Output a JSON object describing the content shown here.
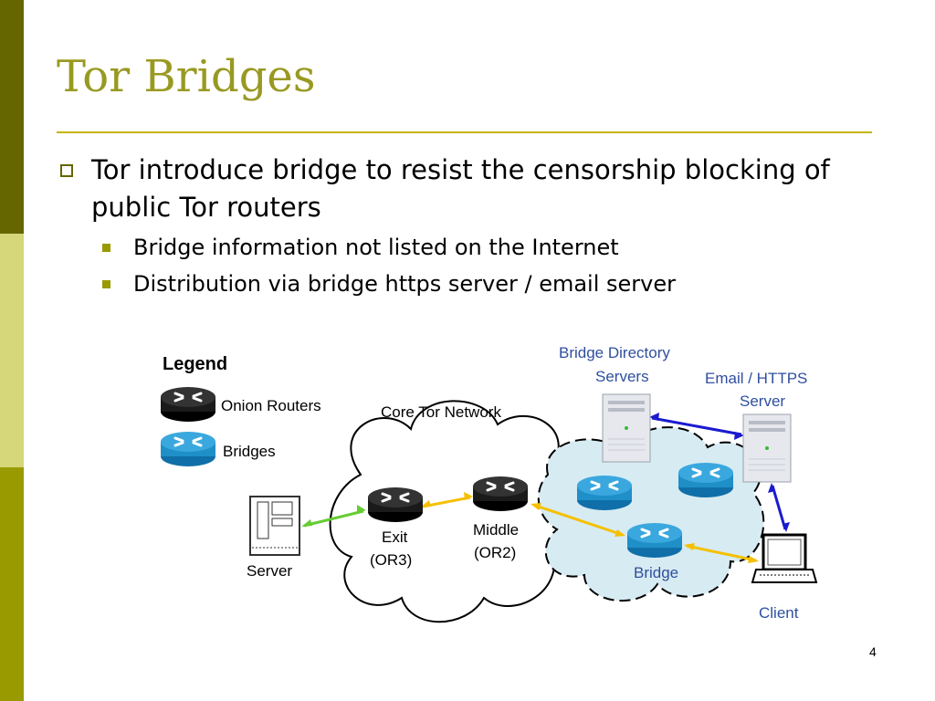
{
  "slide": {
    "title": "Tor Bridges",
    "page_number": "4"
  },
  "bullets": {
    "main": "Tor introduce bridge to resist the censorship blocking of public Tor routers",
    "subs": [
      "Bridge information not listed on the Internet",
      "Distribution via bridge https server / email server"
    ]
  },
  "diagram": {
    "legend": {
      "title": "Legend",
      "onion_routers": "Onion Routers",
      "bridges": "Bridges"
    },
    "core_network": "Core Tor Network",
    "bridge_directory": [
      "Bridge Directory",
      "Servers"
    ],
    "email_https": [
      "Email / HTTPS",
      "Server"
    ],
    "server": "Server",
    "exit": [
      "Exit",
      "(OR3)"
    ],
    "middle": [
      "Middle",
      "(OR2)"
    ],
    "bridge": "Bridge",
    "client": "Client"
  },
  "colors": {
    "sidebar_dark": "#666600",
    "sidebar_light": "#d6d67a",
    "title": "#999922",
    "rule": "#c8b400",
    "blue_label": "#2f4f9f",
    "onion_router": "#1a1a1a",
    "bridge_router": "#1f8fc8",
    "arrow_yellow": "#f5c000",
    "arrow_green": "#66cc33",
    "arrow_blue": "#1a1ad0"
  }
}
